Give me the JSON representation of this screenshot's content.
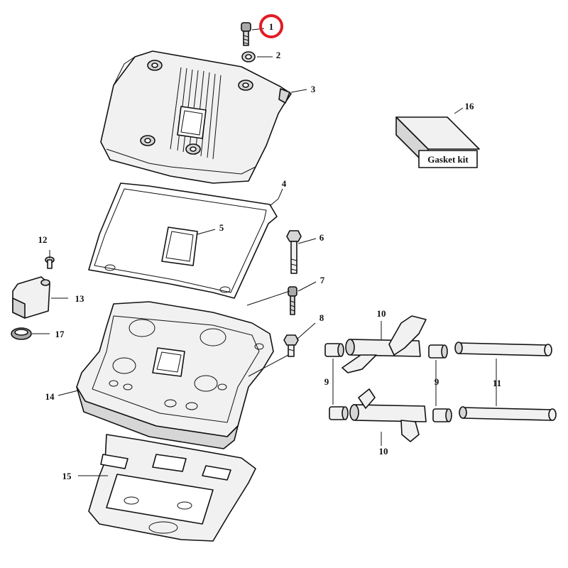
{
  "highlight_color": "#e31b23",
  "highlighted_callout": "1",
  "callouts": {
    "c1": "1",
    "c2": "2",
    "c3": "3",
    "c4": "4",
    "c5": "5",
    "c6": "6",
    "c7": "7",
    "c8": "8",
    "c9a": "9",
    "c9b": "9",
    "c10a": "10",
    "c10b": "10",
    "c11": "11",
    "c12": "12",
    "c13": "13",
    "c14": "14",
    "c15": "15",
    "c16": "16",
    "c17": "17"
  },
  "gasket_kit": {
    "label": "Gasket kit"
  }
}
